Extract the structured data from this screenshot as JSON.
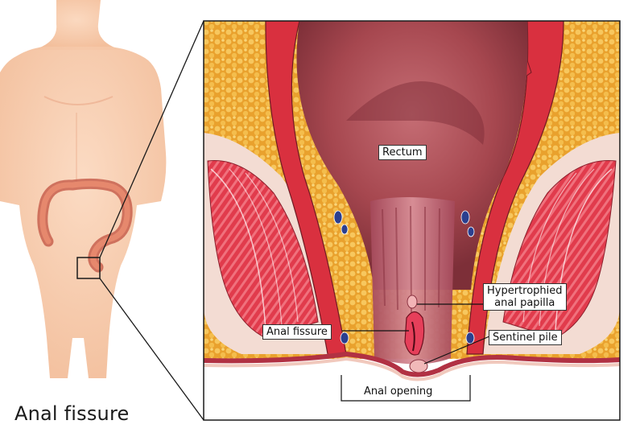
{
  "caption": "Anal fissure",
  "labels": {
    "rectum": "Rectum",
    "hypertrophied_line1": "Hypertrophied",
    "hypertrophied_line2": "anal papilla",
    "anal_fissure": "Anal fissure",
    "sentinel_pile": "Sentinel pile",
    "anal_opening": "Anal opening"
  },
  "colors": {
    "skin": "#f6c7a5",
    "fat": "#f0b341",
    "muscle": "#e2364a",
    "mucosa": "#b9545f",
    "lumen_dark": "#8e3a45",
    "outline": "#222222"
  }
}
